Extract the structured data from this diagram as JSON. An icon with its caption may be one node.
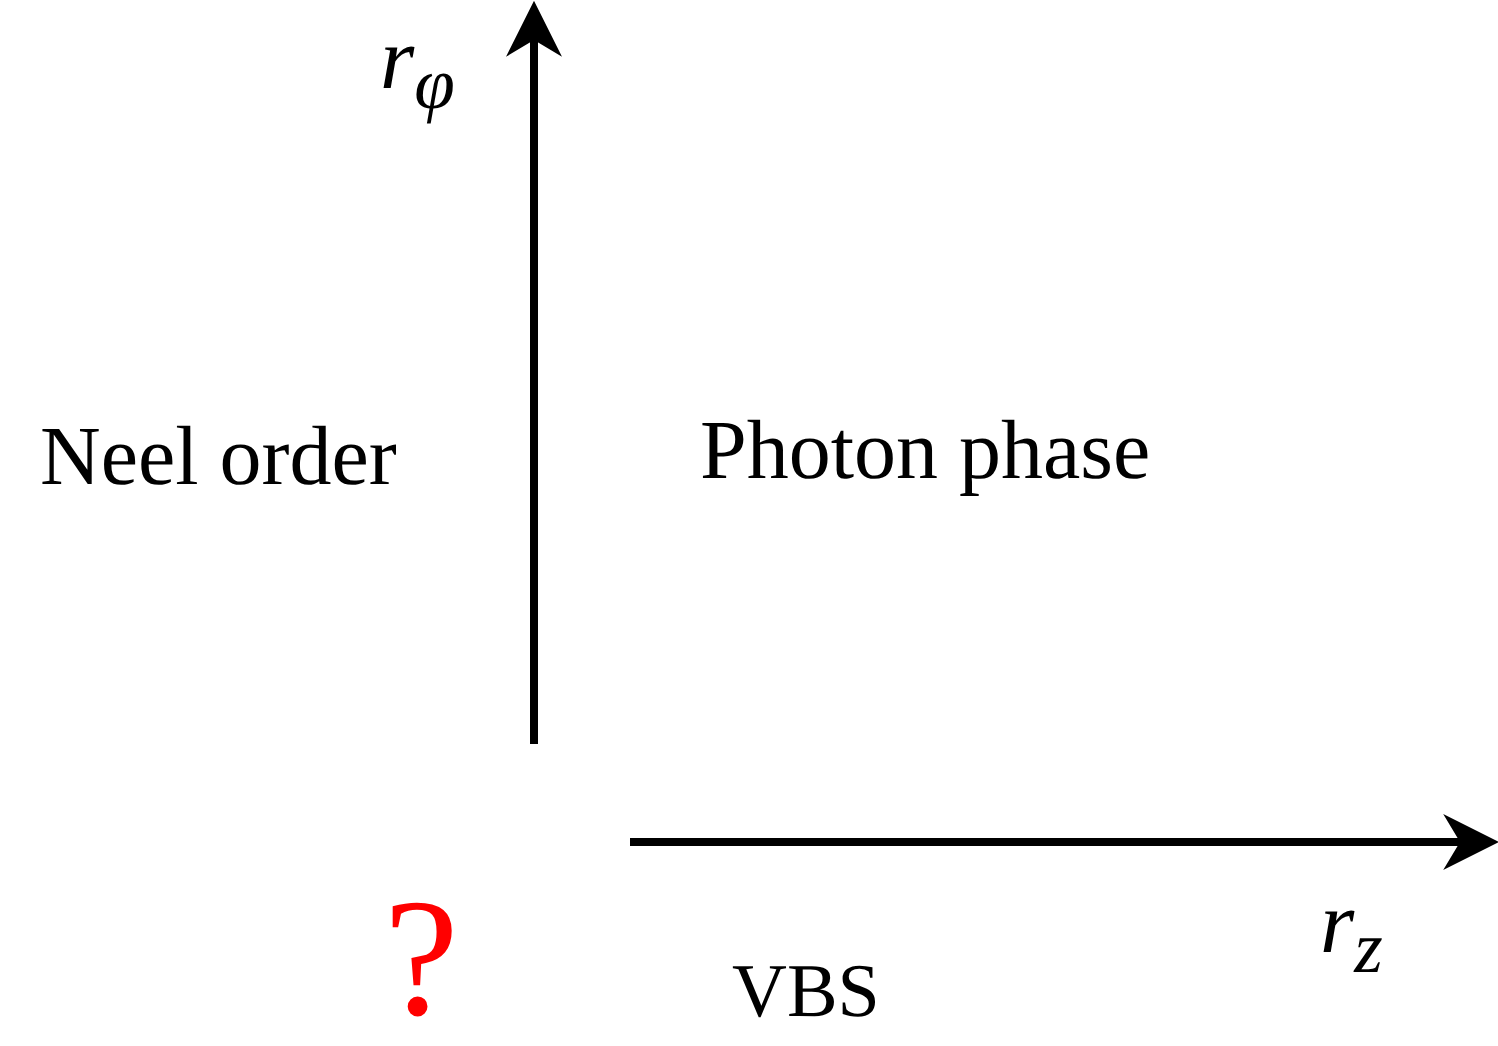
{
  "diagram": {
    "labels": [
      "r$_{φ}$",
      "Neel order",
      "Photon phase",
      "?",
      "r$_{z}$",
      "VBS"
    ]
  }
}
